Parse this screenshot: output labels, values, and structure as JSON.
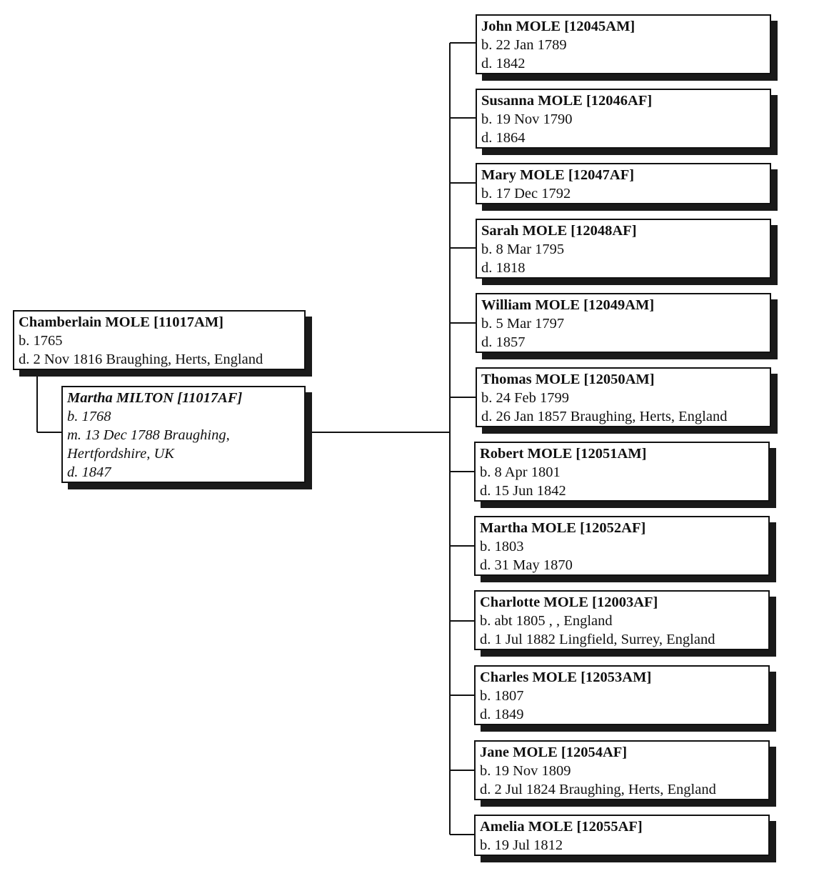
{
  "father": {
    "name": "Chamberlain MOLE [11017AM]",
    "lines": [
      "b. 1765",
      "d. 2 Nov 1816 Braughing, Herts, England"
    ]
  },
  "mother": {
    "name": "Martha MILTON [11017AF]",
    "lines": [
      "b. 1768",
      "m. 13 Dec 1788 Braughing,",
      "Hertfordshire, UK",
      "d. 1847"
    ]
  },
  "children": [
    {
      "name": "John MOLE [12045AM]",
      "lines": [
        "b. 22 Jan 1789",
        "d. 1842"
      ]
    },
    {
      "name": "Susanna MOLE [12046AF]",
      "lines": [
        "b. 19 Nov 1790",
        "d. 1864"
      ]
    },
    {
      "name": "Mary MOLE [12047AF]",
      "lines": [
        "b. 17 Dec 1792"
      ]
    },
    {
      "name": "Sarah MOLE [12048AF]",
      "lines": [
        "b. 8 Mar 1795",
        "d. 1818"
      ]
    },
    {
      "name": "William MOLE [12049AM]",
      "lines": [
        "b. 5 Mar 1797",
        "d. 1857"
      ]
    },
    {
      "name": "Thomas MOLE [12050AM]",
      "lines": [
        "b. 24 Feb 1799",
        "d. 26 Jan 1857 Braughing, Herts, England"
      ]
    },
    {
      "name": "Robert MOLE [12051AM]",
      "lines": [
        "b. 8 Apr 1801",
        "d. 15 Jun 1842"
      ]
    },
    {
      "name": "Martha MOLE [12052AF]",
      "lines": [
        "b. 1803",
        "d. 31 May 1870"
      ]
    },
    {
      "name": "Charlotte MOLE [12003AF]",
      "lines": [
        "b. abt 1805 , , England",
        "d. 1 Jul 1882 Lingfield, Surrey, England"
      ]
    },
    {
      "name": "Charles MOLE [12053AM]",
      "lines": [
        "b. 1807",
        "d. 1849"
      ]
    },
    {
      "name": "Jane MOLE [12054AF]",
      "lines": [
        "b. 19 Nov 1809",
        "d. 2 Jul 1824 Braughing, Herts, England"
      ]
    },
    {
      "name": "Amelia MOLE [12055AF]",
      "lines": [
        "b. 19 Jul 1812"
      ]
    }
  ]
}
